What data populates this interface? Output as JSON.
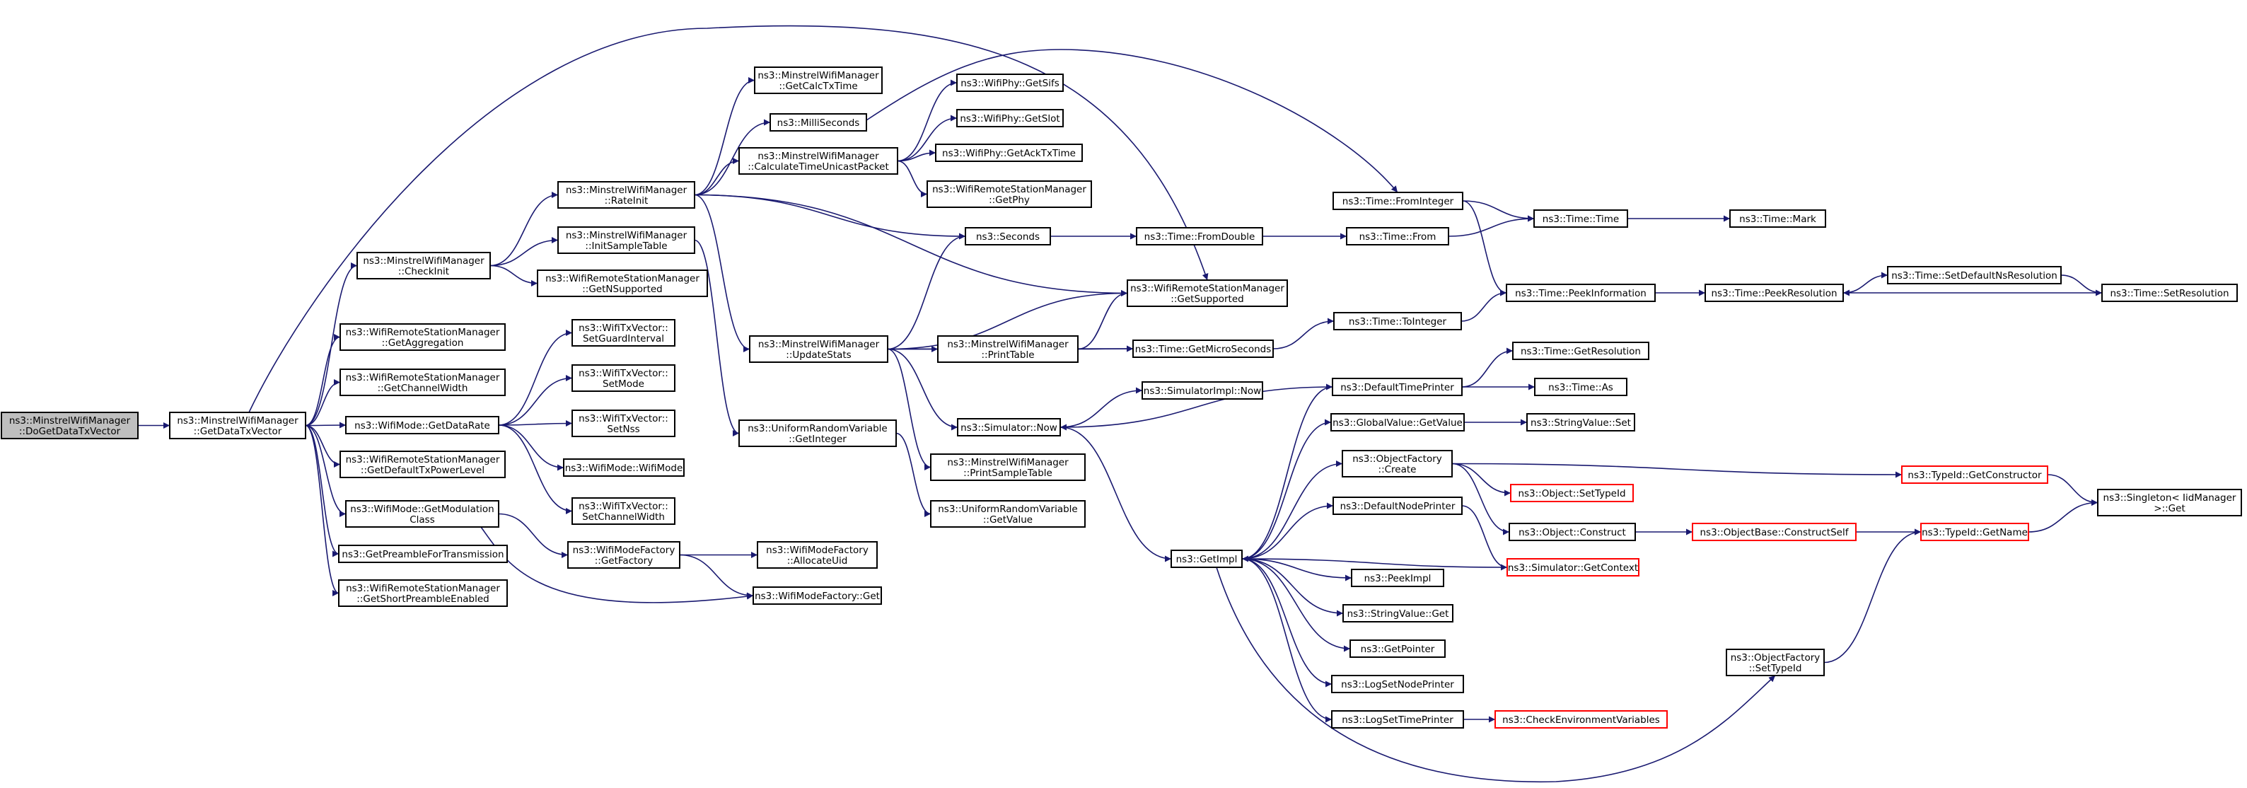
{
  "graph": {
    "title": "",
    "colors": {
      "box_fill": "#ffffff",
      "root_fill": "#bfbfbf",
      "border": "#000000",
      "truncated_border": "#ff0000",
      "edge": "#191970"
    },
    "nodes": [
      {
        "id": "root",
        "lines": [
          "ns3::MinstrelWifiManager",
          "::DoGetDataTxVector"
        ],
        "root": true
      },
      {
        "id": "gdtv",
        "lines": [
          "ns3::MinstrelWifiManager",
          "::GetDataTxVector"
        ]
      },
      {
        "id": "checkinit",
        "lines": [
          "ns3::MinstrelWifiManager",
          "::CheckInit"
        ]
      },
      {
        "id": "getagg",
        "lines": [
          "ns3::WifiRemoteStationManager",
          "::GetAggregation"
        ]
      },
      {
        "id": "getcw",
        "lines": [
          "ns3::WifiRemoteStationManager",
          "::GetChannelWidth"
        ]
      },
      {
        "id": "gdr",
        "lines": [
          "ns3::WifiMode::GetDataRate"
        ]
      },
      {
        "id": "gdtpl",
        "lines": [
          "ns3::WifiRemoteStationManager",
          "::GetDefaultTxPowerLevel"
        ]
      },
      {
        "id": "gmc",
        "lines": [
          "ns3::WifiMode::GetModulation",
          "Class"
        ]
      },
      {
        "id": "gpft",
        "lines": [
          "ns3::GetPreambleForTransmission"
        ]
      },
      {
        "id": "gspe",
        "lines": [
          "ns3::WifiRemoteStationManager",
          "::GetShortPreambleEnabled"
        ]
      },
      {
        "id": "rateinit",
        "lines": [
          "ns3::MinstrelWifiManager",
          "::RateInit"
        ]
      },
      {
        "id": "initsample",
        "lines": [
          "ns3::MinstrelWifiManager",
          "::InitSampleTable"
        ]
      },
      {
        "id": "getnsupp",
        "lines": [
          "ns3::WifiRemoteStationManager",
          "::GetNSupported"
        ]
      },
      {
        "id": "setgi",
        "lines": [
          "ns3::WifiTxVector::",
          "SetGuardInterval"
        ]
      },
      {
        "id": "setmode",
        "lines": [
          "ns3::WifiTxVector::",
          "SetMode"
        ]
      },
      {
        "id": "setnss",
        "lines": [
          "ns3::WifiTxVector::",
          "SetNss"
        ]
      },
      {
        "id": "wifimode",
        "lines": [
          "ns3::WifiMode::WifiMode"
        ]
      },
      {
        "id": "setchw",
        "lines": [
          "ns3::WifiTxVector::",
          "SetChannelWidth"
        ]
      },
      {
        "id": "wmfgf",
        "lines": [
          "ns3::WifiModeFactory",
          "::GetFactory"
        ]
      },
      {
        "id": "getcalc",
        "lines": [
          "ns3::MinstrelWifiManager",
          "::GetCalcTxTime"
        ]
      },
      {
        "id": "millis",
        "lines": [
          "ns3::MilliSeconds"
        ]
      },
      {
        "id": "ctup",
        "lines": [
          "ns3::MinstrelWifiManager",
          "::CalculateTimeUnicastPacket"
        ]
      },
      {
        "id": "updstats",
        "lines": [
          "ns3::MinstrelWifiManager",
          "::UpdateStats"
        ]
      },
      {
        "id": "urvgi",
        "lines": [
          "ns3::UniformRandomVariable",
          "::GetInteger"
        ]
      },
      {
        "id": "alloc",
        "lines": [
          "ns3::WifiModeFactory",
          "::AllocateUid"
        ]
      },
      {
        "id": "wmfget",
        "lines": [
          "ns3::WifiModeFactory::Get"
        ]
      },
      {
        "id": "getsifs",
        "lines": [
          "ns3::WifiPhy::GetSifs"
        ]
      },
      {
        "id": "getslot",
        "lines": [
          "ns3::WifiPhy::GetSlot"
        ]
      },
      {
        "id": "getack",
        "lines": [
          "ns3::WifiPhy::GetAckTxTime"
        ]
      },
      {
        "id": "getphy",
        "lines": [
          "ns3::WifiRemoteStationManager",
          "::GetPhy"
        ]
      },
      {
        "id": "seconds",
        "lines": [
          "ns3::Seconds"
        ]
      },
      {
        "id": "printtable",
        "lines": [
          "ns3::MinstrelWifiManager",
          "::PrintTable"
        ]
      },
      {
        "id": "simnow",
        "lines": [
          "ns3::Simulator::Now"
        ]
      },
      {
        "id": "printsample",
        "lines": [
          "ns3::MinstrelWifiManager",
          "::PrintSampleTable"
        ]
      },
      {
        "id": "urvgv",
        "lines": [
          "ns3::UniformRandomVariable",
          "::GetValue"
        ]
      },
      {
        "id": "getsupp",
        "lines": [
          "ns3::WifiRemoteStationManager",
          "::GetSupported"
        ]
      },
      {
        "id": "fromdouble",
        "lines": [
          "ns3::Time::FromDouble"
        ]
      },
      {
        "id": "getmicro",
        "lines": [
          "ns3::Time::GetMicroSeconds"
        ]
      },
      {
        "id": "simimplnow",
        "lines": [
          "ns3::SimulatorImpl::Now"
        ]
      },
      {
        "id": "getimpl",
        "lines": [
          "ns3::GetImpl"
        ]
      },
      {
        "id": "frominteger",
        "lines": [
          "ns3::Time::FromInteger"
        ]
      },
      {
        "id": "timefrom",
        "lines": [
          "ns3::Time::From"
        ]
      },
      {
        "id": "tointeger",
        "lines": [
          "ns3::Time::ToInteger"
        ]
      },
      {
        "id": "deftp",
        "lines": [
          "ns3::DefaultTimePrinter"
        ]
      },
      {
        "id": "gvgv",
        "lines": [
          "ns3::GlobalValue::GetValue"
        ]
      },
      {
        "id": "ofcreate",
        "lines": [
          "ns3::ObjectFactory",
          "::Create"
        ]
      },
      {
        "id": "defnp",
        "lines": [
          "ns3::DefaultNodePrinter"
        ]
      },
      {
        "id": "peekimpl",
        "lines": [
          "ns3::PeekImpl"
        ]
      },
      {
        "id": "svget",
        "lines": [
          "ns3::StringValue::Get"
        ]
      },
      {
        "id": "getptr",
        "lines": [
          "ns3::GetPointer"
        ]
      },
      {
        "id": "lsnp",
        "lines": [
          "ns3::LogSetNodePrinter"
        ]
      },
      {
        "id": "lstp",
        "lines": [
          "ns3::LogSetTimePrinter"
        ]
      },
      {
        "id": "ofsettid",
        "lines": [
          "ns3::ObjectFactory",
          "::SetTypeId"
        ]
      },
      {
        "id": "timetime",
        "lines": [
          "ns3::Time::Time"
        ]
      },
      {
        "id": "peekinfo",
        "lines": [
          "ns3::Time::PeekInformation"
        ]
      },
      {
        "id": "getres",
        "lines": [
          "ns3::Time::GetResolution"
        ]
      },
      {
        "id": "timeas",
        "lines": [
          "ns3::Time::As"
        ]
      },
      {
        "id": "svset",
        "lines": [
          "ns3::StringValue::Set"
        ]
      },
      {
        "id": "objsettid",
        "lines": [
          "ns3::Object::SetTypeId"
        ],
        "truncated": true
      },
      {
        "id": "objconstruct",
        "lines": [
          "ns3::Object::Construct"
        ]
      },
      {
        "id": "simgetctx",
        "lines": [
          "ns3::Simulator::GetContext"
        ],
        "truncated": true
      },
      {
        "id": "checkenv",
        "lines": [
          "ns3::CheckEnvironmentVariables"
        ],
        "truncated": true
      },
      {
        "id": "timemark",
        "lines": [
          "ns3::Time::Mark"
        ]
      },
      {
        "id": "peekres",
        "lines": [
          "ns3::Time::PeekResolution"
        ]
      },
      {
        "id": "tidgetctor",
        "lines": [
          "ns3::TypeId::GetConstructor"
        ],
        "truncated": true
      },
      {
        "id": "obconstself",
        "lines": [
          "ns3::ObjectBase::ConstructSelf"
        ],
        "truncated": true
      },
      {
        "id": "tidgetname",
        "lines": [
          "ns3::TypeId::GetName"
        ],
        "truncated": true
      },
      {
        "id": "setdefns",
        "lines": [
          "ns3::Time::SetDefaultNsResolution"
        ]
      },
      {
        "id": "setres",
        "lines": [
          "ns3::Time::SetResolution"
        ]
      },
      {
        "id": "singleton",
        "lines": [
          "ns3::Singleton< IidManager",
          ">::Get"
        ]
      }
    ]
  }
}
